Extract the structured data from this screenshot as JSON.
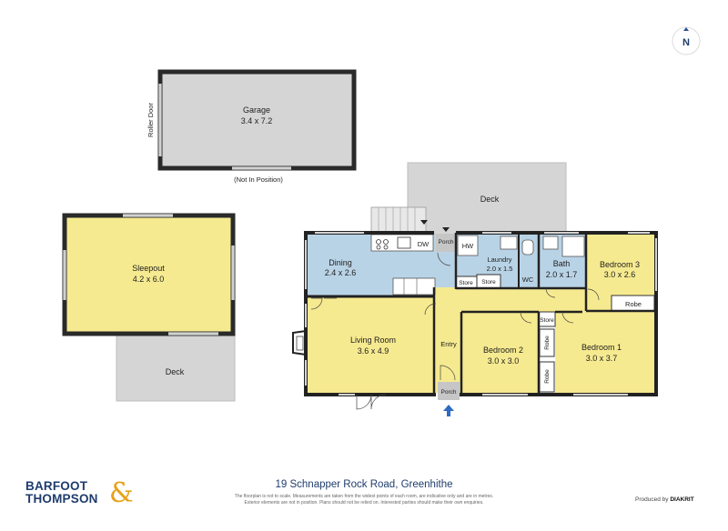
{
  "compass": {
    "label": "N"
  },
  "garage": {
    "name": "Garage",
    "dims": "3.4 x 7.2",
    "roller_door": "Roller Door",
    "note": "(Not In Position)"
  },
  "sleepout": {
    "name": "Sleepout",
    "dims": "4.2 x 6.0"
  },
  "sleepout_deck": {
    "name": "Deck"
  },
  "main_deck": {
    "name": "Deck"
  },
  "rooms": {
    "dining": {
      "name": "Dining",
      "dims": "2.4 x 2.6"
    },
    "laundry": {
      "name": "Laundry",
      "dims": "2.0 x 1.5"
    },
    "bath": {
      "name": "Bath",
      "dims": "2.0 x 1.7"
    },
    "bedroom3": {
      "name": "Bedroom 3",
      "dims": "3.0 x 2.6"
    },
    "living": {
      "name": "Living Room",
      "dims": "3.6 x 4.9"
    },
    "bedroom2": {
      "name": "Bedroom 2",
      "dims": "3.0 x 3.0"
    },
    "bedroom1": {
      "name": "Bedroom 1",
      "dims": "3.0 x 3.7"
    }
  },
  "labels": {
    "dw": "DW",
    "porch_top": "Porch",
    "hw": "HW",
    "store_1": "Store",
    "store_2": "Store",
    "store_3": "Store",
    "wc": "WC",
    "robe_1": "Robe",
    "robe_2": "Robe",
    "robe_3": "Robe",
    "entry": "Entry",
    "porch_bottom": "Porch"
  },
  "footer": {
    "address": "19 Schnapper Rock Road, Greenhithe",
    "disclaimer_1": "The floorplan is not to scale. Measurements are taken from the widest points of each room, are indicative only and are in metres.",
    "disclaimer_2": "Exterior elements are not in position. Plans should not be relied on. Interested parties should make their own enquiries.",
    "logo_line1": "BARFOOT",
    "logo_line2": "THOMPSON",
    "logo_amp": "&",
    "produced_by": "Produced by",
    "producer": "DIAKRIT"
  },
  "colors": {
    "dining": "#b9d3e6",
    "rooms": "#f6ea90",
    "exterior": "#d5d5d5",
    "porch": "#c6c6c6",
    "walls": "#222222",
    "entry_arrow": "#2d6bc4"
  }
}
